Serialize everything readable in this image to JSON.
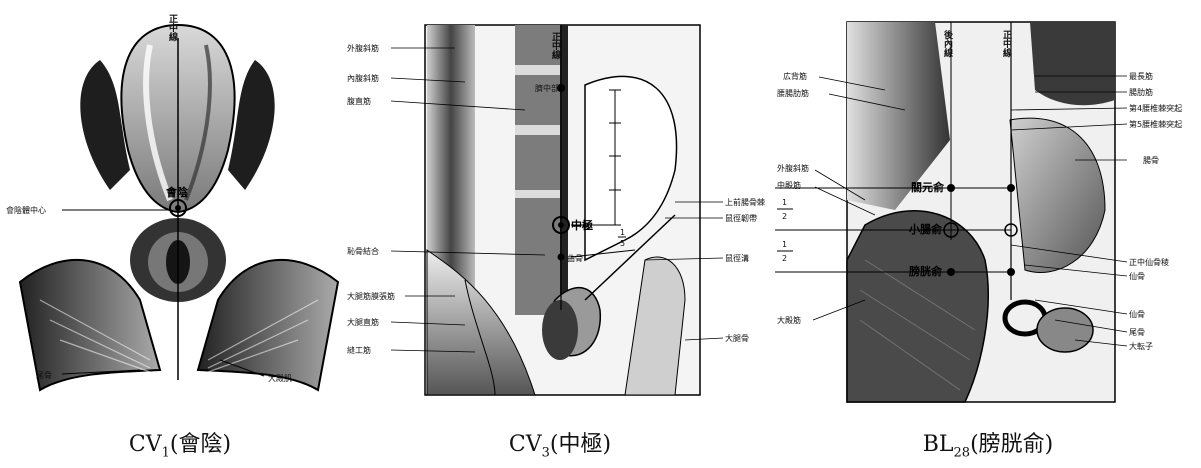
{
  "panels": [
    {
      "caption_main": "CV",
      "caption_sub": "1",
      "caption_rest": "(會陰)",
      "midline_label": "正中線",
      "point_label": "會陰",
      "labels": {
        "perineal_center": "會陰體中心",
        "coccyx": "尾骨",
        "gluteus_maximus": "大殿肌"
      }
    },
    {
      "caption_main": "CV",
      "caption_sub": "3",
      "caption_rest": "(中極)",
      "midline_label": "正中線",
      "point_main": "中極",
      "point_navel": "臍中部",
      "point_pubis": "曲骨",
      "fraction_num": "1",
      "fraction_den": "5",
      "left_labels": [
        "外腹斜筋",
        "內腹斜筋",
        "腹直筋",
        "恥骨結合",
        "大腿筋膜張筋",
        "大腿直筋",
        "縫工筋"
      ],
      "right_labels": [
        "上前腸骨棘",
        "鼠徑韌帶",
        "鼠徑溝",
        "大腿骨"
      ]
    },
    {
      "caption_main": "BL",
      "caption_sub": "28",
      "caption_rest": "(膀胱俞)",
      "midline_label": "正中線",
      "inner_line_label": "後內線",
      "points": [
        "關元俞",
        "小腸俞",
        "膀胱俞"
      ],
      "halves": [
        "1",
        "2",
        "1",
        "2"
      ],
      "left_labels": [
        "広背筋",
        "腰腸肋筋",
        "外腹斜筋",
        "中殿筋",
        "大殿筋"
      ],
      "right_labels": [
        "最長筋",
        "腸肋筋",
        "第4腰椎棘突起",
        "第5腰椎棘突起",
        "腸骨",
        "正中仙骨稜",
        "仙骨",
        "仙骨",
        "尾骨",
        "大転子"
      ]
    }
  ]
}
